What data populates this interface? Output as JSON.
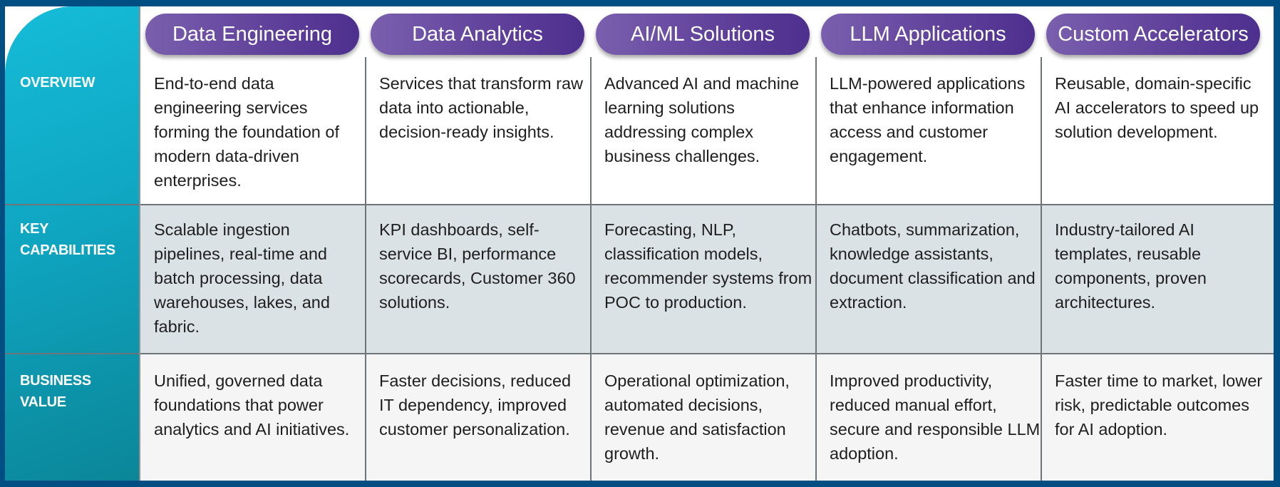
{
  "columns": [
    "Data Engineering",
    "Data Analytics",
    "AI/ML Solutions",
    "LLM Applications",
    "Custom Accelerators"
  ],
  "rows": [
    {
      "label_lines": [
        "OVERVIEW"
      ],
      "cells": [
        "End-to-end data engineering services forming the foundation of modern data-driven enterprises.",
        "Services that transform raw data into actionable, decision-ready insights.",
        "Advanced AI and machine learning solutions addressing complex business challenges.",
        "LLM-powered applications that enhance information access and customer engagement.",
        "Reusable, domain-specific AI accelerators to speed up solution development."
      ]
    },
    {
      "label_lines": [
        "KEY",
        "CAPABILITIES"
      ],
      "cells": [
        "Scalable ingestion pipelines, real-time and batch processing, data warehouses, lakes, and fabric.",
        "KPI dashboards, self-service BI, performance scorecards, Customer 360 solutions.",
        "Forecasting, NLP, classification models, recommender systems from POC to production.",
        "Chatbots, summarization, knowledge assistants, document classification and extraction.",
        "Industry-tailored AI templates, reusable components, proven architectures."
      ]
    },
    {
      "label_lines": [
        "BUSINESS",
        "VALUE"
      ],
      "cells": [
        "Unified, governed data foundations that power analytics and AI initiatives.",
        "Faster decisions, reduced IT dependency, improved customer personalization.",
        "Operational optimization, automated decisions, revenue and satisfaction growth.",
        "Improved productivity, reduced manual effort, secure and responsible LLM adoption.",
        "Faster time to market, lower risk, predictable outcomes for AI adoption."
      ]
    }
  ],
  "colors": {
    "background": "#004e82",
    "pill": "#5f409a",
    "teal": "#12b0cc",
    "row2": "#dbe2e6",
    "row3": "#f5f5f5"
  }
}
